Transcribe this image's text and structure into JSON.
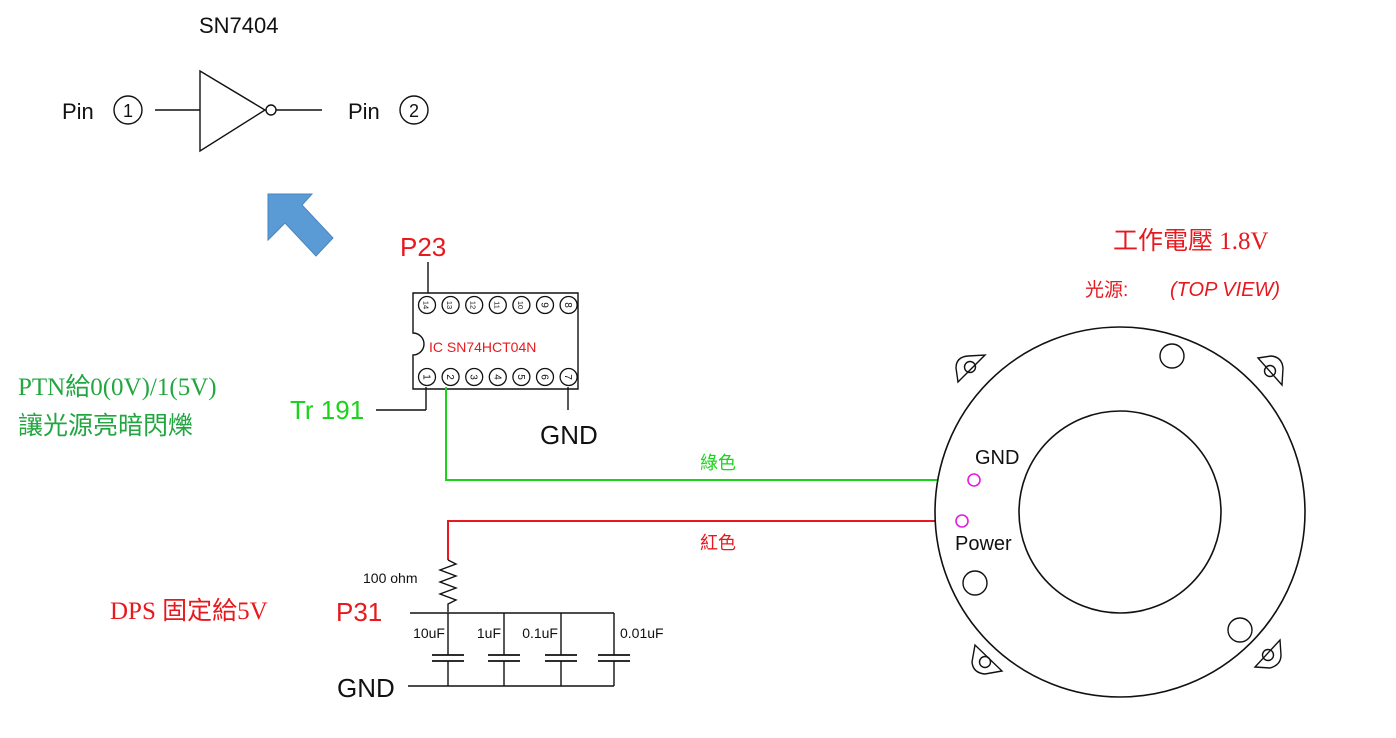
{
  "gate": {
    "title": "SN7404",
    "input_label": "Pin",
    "input_pin": "1",
    "output_label": "Pin",
    "output_pin": "2"
  },
  "ic": {
    "label": "IC SN74HCT04N",
    "top_pins": [
      "14",
      "13",
      "12",
      "11",
      "10",
      "9",
      "8"
    ],
    "bottom_pins": [
      "1",
      "2",
      "3",
      "4",
      "5",
      "6",
      "7"
    ],
    "pin14_signal": "P23",
    "pin1_signal": "Tr 191",
    "pin7_signal": "GND"
  },
  "ptn_note": {
    "line1": "PTN給0(0V)/1(5V)",
    "line2": "讓光源亮暗閃爍"
  },
  "wires": {
    "green_label": "綠色",
    "red_label": "紅色"
  },
  "power_section": {
    "resistor_label": "100 ohm",
    "dps_note": "DPS 固定給5V",
    "rail_label": "P31",
    "ground_label": "GND",
    "capacitors": [
      "10uF",
      "1uF",
      "0.1uF",
      "0.01uF"
    ]
  },
  "light_source": {
    "voltage_note": "工作電壓 1.8V",
    "source_label": "光源:",
    "view_label": "(TOP VIEW)",
    "gnd_label": "GND",
    "power_label": "Power"
  },
  "colors": {
    "red": "#e8191e",
    "green": "#19d419",
    "dark_green": "#22a640",
    "arrow_blue": "#5b9bd5",
    "connector_pink": "#e01ee0"
  }
}
